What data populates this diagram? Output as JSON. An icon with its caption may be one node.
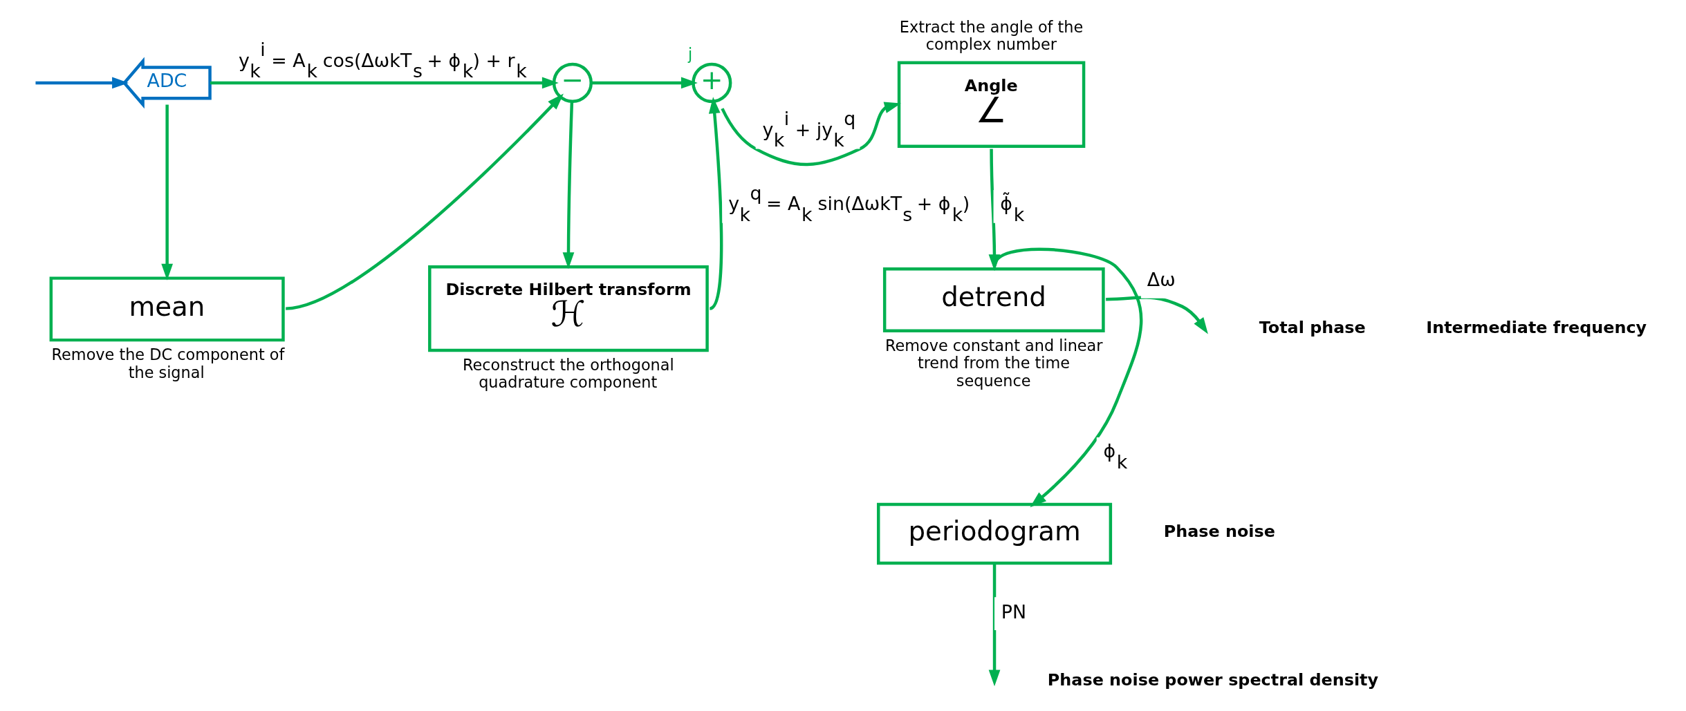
{
  "diagram": {
    "nodes": [
      {
        "text": [
          "ADC"
        ]
      },
      {
        "text": [
          "−"
        ]
      },
      {
        "text": [
          "mean"
        ],
        "beside": [
          "Remove the DC component of the signal"
        ]
      },
      {
        "text": [
          "Discrete Hilbert transform",
          "ℋ"
        ],
        "beside": [
          "Reconstruct the orthogonal quadrature component"
        ]
      },
      {
        "text": [
          "+"
        ],
        "beside": [
          "j"
        ]
      },
      {
        "text": [
          "Angle",
          "∠"
        ],
        "beside": [
          "Extract the angle of the complex number"
        ]
      },
      {
        "text": [
          "detrend"
        ],
        "beside": [
          "Remove constant and linear trend from the time sequence"
        ]
      },
      {
        "text": [
          "periodogram"
        ]
      }
    ],
    "edges": [
      {
        "from": null,
        "to": 0,
        "arrow": "to",
        "color": "#0070c0"
      },
      {
        "from": 0,
        "to": 1,
        "arrow": "to",
        "label": "y$_{k}$$^{i}$ = A$_{k}$ cos(ΔωkT$_{s}$ + ϕ$_{k}$) + r$_{k}$"
      },
      {
        "from": 0,
        "to": 2,
        "arrow": "to"
      },
      {
        "from": 2,
        "to": 1,
        "arrow": "to"
      },
      {
        "from": 1,
        "to": 3,
        "arrow": "to"
      },
      {
        "from": 1,
        "to": 4,
        "arrow": "to"
      },
      {
        "from": 3,
        "to": 4,
        "arrow": "to",
        "label": "y$_{k}$$^{q}$ = A$_{k}$ sin(ΔωkT$_{s}$ + ϕ$_{k}$)"
      },
      {
        "from": 4,
        "to": 5,
        "arrow": "to",
        "label": "y$_{k}$$^{i}$ + jy$_{k}$$^{q}$"
      },
      {
        "from": 5,
        "to": 6,
        "arrow": "to",
        "label": "ϕ̃$_{k}$"
      },
      {
        "from": 6,
        "to": null,
        "arrow": "to",
        "label": "Δω"
      },
      {
        "from": 6,
        "to": 7,
        "arrow": "to",
        "label": "ϕ$_{k}$"
      },
      {
        "from": 7,
        "to": null,
        "arrow": "to",
        "label": "PN"
      }
    ],
    "labels": [
      "Total phase",
      "Intermediate frequency",
      "Phase noise",
      "Phase noise power spectral density"
    ]
  }
}
